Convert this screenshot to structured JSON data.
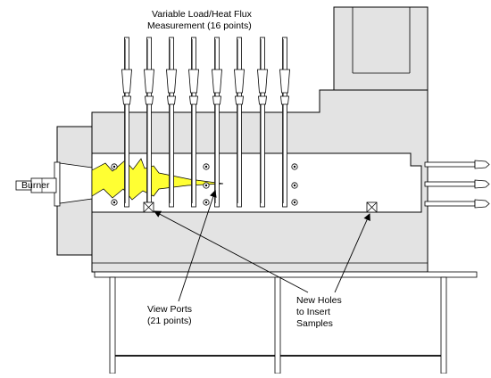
{
  "labels": {
    "measurement_line1": "Variable Load/Heat Flux",
    "measurement_line2": "Measurement (16 points)",
    "burner": "Burner",
    "view_ports_line1": "View Ports",
    "view_ports_line2": "(21 points)",
    "new_holes_line1": "New Holes",
    "new_holes_line2": "to Insert",
    "new_holes_line3": "Samples"
  },
  "colors": {
    "wall": "#e3e3e3",
    "chamber": "#ffffff",
    "outline": "#000000",
    "flame": "#ffff33"
  },
  "icons": [
    "flame-icon",
    "view-port-icon",
    "sample-hole-icon",
    "probe-icon",
    "arrow-icon"
  ]
}
